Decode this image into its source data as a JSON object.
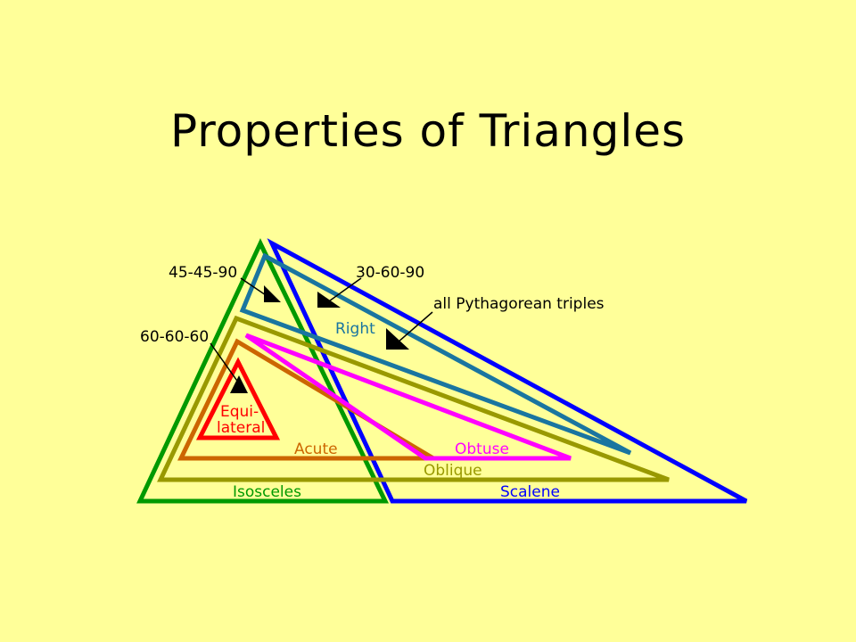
{
  "slide": {
    "title": "Properties of Triangles"
  },
  "diagram": {
    "sets": [
      {
        "key": "isosceles",
        "label": "Isosceles",
        "color": "#009900"
      },
      {
        "key": "scalene",
        "label": "Scalene",
        "color": "#0000ff"
      },
      {
        "key": "right",
        "label": "Right",
        "color": "#1a75a0"
      },
      {
        "key": "oblique",
        "label": "Oblique",
        "color": "#999900"
      },
      {
        "key": "acute",
        "label": "Acute",
        "color": "#cc6600"
      },
      {
        "key": "obtuse",
        "label": "Obtuse",
        "color": "#ff00ff"
      },
      {
        "key": "equilateral",
        "label_line1": "Equi-",
        "label_line2": "lateral",
        "color": "#ff0000"
      }
    ],
    "callouts": [
      {
        "key": "45-45-90",
        "label": "45-45-90"
      },
      {
        "key": "30-60-90",
        "label": "30-60-90"
      },
      {
        "key": "pythagorean",
        "label": "all Pythagorean triples"
      },
      {
        "key": "60-60-60",
        "label": "60-60-60"
      }
    ]
  }
}
